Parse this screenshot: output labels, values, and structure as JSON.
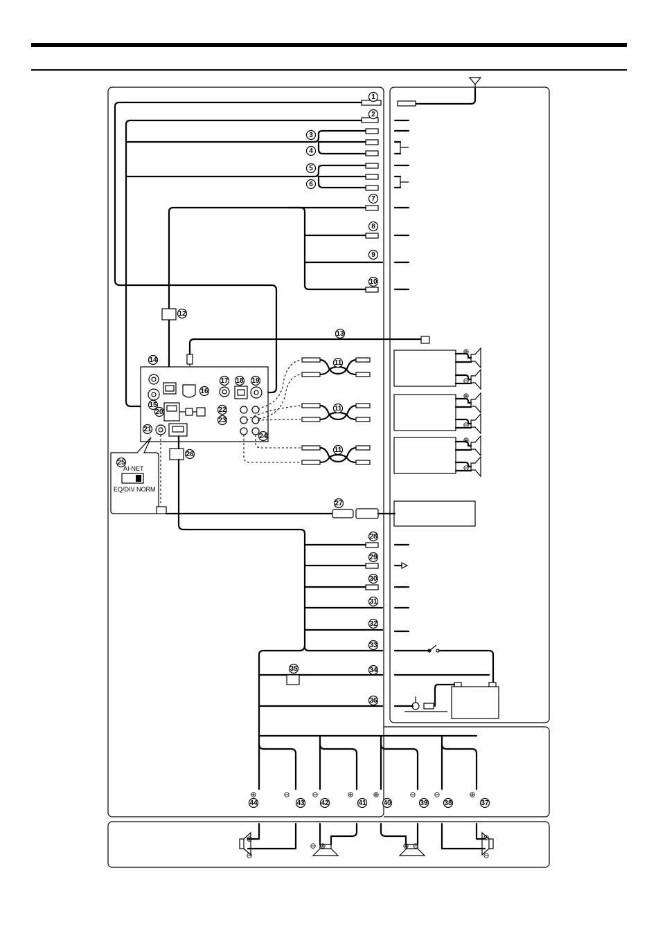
{
  "callouts": [
    "1",
    "2",
    "3",
    "4",
    "5",
    "6",
    "7",
    "8",
    "9",
    "10",
    "11",
    "12",
    "13",
    "14",
    "15",
    "16",
    "17",
    "18",
    "19",
    "20",
    "21",
    "22",
    "23",
    "24",
    "25",
    "26",
    "27",
    "28",
    "29",
    "30",
    "31",
    "32",
    "33",
    "34",
    "35",
    "36",
    "37",
    "38",
    "39",
    "40",
    "41",
    "42",
    "43",
    "44"
  ],
  "switch": {
    "top_label": "AI-NET",
    "left_label": "EQ/DIV",
    "right_label": "NORM"
  },
  "polarity": {
    "plus": "⊕",
    "minus": "⊖"
  },
  "icons": [
    "antenna-icon",
    "speaker-icon",
    "battery-icon",
    "ground-icon",
    "switch-icon",
    "rca-plug-icon"
  ]
}
